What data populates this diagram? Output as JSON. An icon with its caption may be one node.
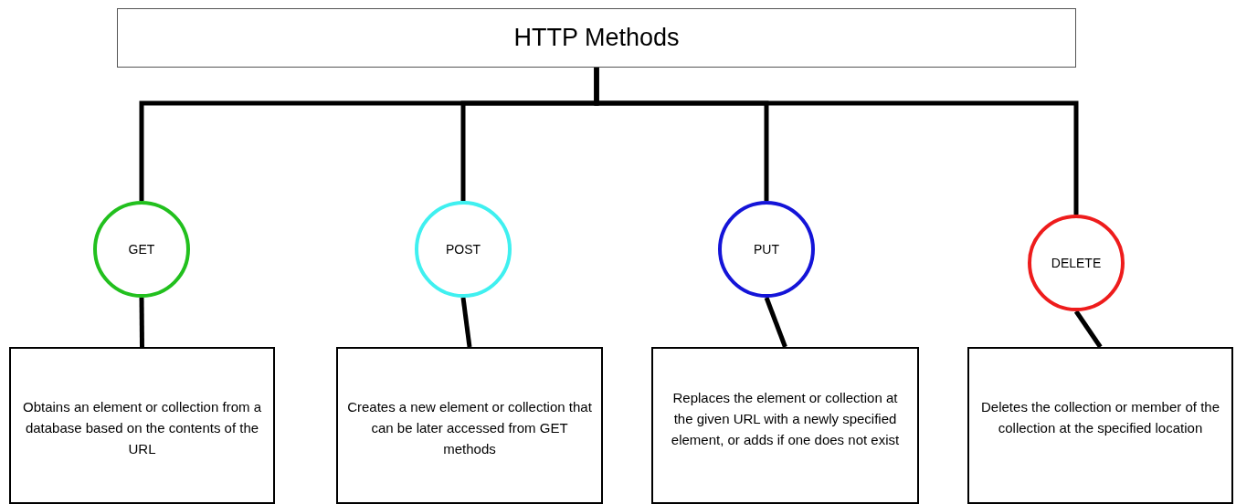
{
  "diagram": {
    "nodes": [
      {
        "text": [
          "HTTP Methods"
        ]
      },
      {
        "text": [
          "GET"
        ]
      },
      {
        "text": [
          "POST"
        ]
      },
      {
        "text": [
          "PUT"
        ]
      },
      {
        "text": [
          "DELETE"
        ]
      },
      {
        "text": [
          "Obtains an element or collection from a database based on the contents of the URL"
        ]
      },
      {
        "text": [
          "Creates a new element or collection that can be later accessed from GET methods"
        ]
      },
      {
        "text": [
          "Replaces the element or collection at the given URL with a newly specified element, or adds if one does not exist"
        ]
      },
      {
        "text": [
          "Deletes the collection or member of the collection at the specified location"
        ]
      }
    ],
    "edges": [
      {
        "from": 0,
        "to": 1,
        "arrow": "none"
      },
      {
        "from": 0,
        "to": 2,
        "arrow": "none"
      },
      {
        "from": 0,
        "to": 3,
        "arrow": "none"
      },
      {
        "from": 0,
        "to": 4,
        "arrow": "none"
      },
      {
        "from": 1,
        "to": 5,
        "arrow": "none"
      },
      {
        "from": 2,
        "to": 6,
        "arrow": "none"
      },
      {
        "from": 3,
        "to": 7,
        "arrow": "none"
      },
      {
        "from": 4,
        "to": 8,
        "arrow": "none"
      }
    ]
  }
}
